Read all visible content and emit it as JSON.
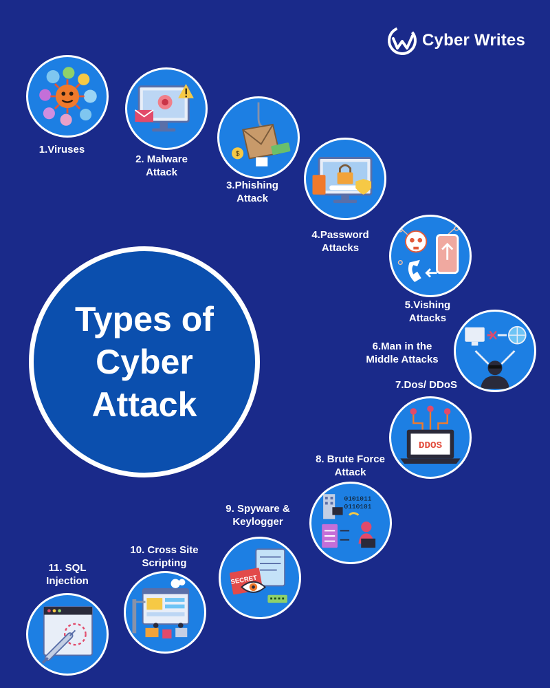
{
  "brand": {
    "name": "Cyber Writes",
    "logo_icon": "cw-logo-icon"
  },
  "hero": {
    "lines": [
      "Types of",
      "Cyber",
      "Attack"
    ]
  },
  "colors": {
    "background": "#1a2a8a",
    "hero_fill": "#0b4fae",
    "badge_fill": "#1d7fe3",
    "text": "#ffffff"
  },
  "attacks": [
    {
      "label": [
        "1.Viruses"
      ],
      "icon": "virus-icon"
    },
    {
      "label": [
        "2. Malware",
        "Attack"
      ],
      "icon": "malware-icon"
    },
    {
      "label": [
        "3.Phishing",
        "Attack"
      ],
      "icon": "phishing-hook-icon"
    },
    {
      "label": [
        "4.Password",
        "Attacks"
      ],
      "icon": "password-lock-icon"
    },
    {
      "label": [
        "5.Vishing",
        "Attacks"
      ],
      "icon": "vishing-phone-icon"
    },
    {
      "label": [
        "6.Man in the",
        "Middle Attacks"
      ],
      "icon": "man-in-the-middle-icon"
    },
    {
      "label": [
        "7.Dos/ DDoS"
      ],
      "icon": "ddos-laptop-icon",
      "icon_text": "DDOS"
    },
    {
      "label": [
        "8. Brute Force",
        "Attack"
      ],
      "icon": "brute-force-icon",
      "icon_text": [
        "0101011",
        "0110101"
      ]
    },
    {
      "label": [
        "9. Spyware &",
        "Keylogger"
      ],
      "icon": "spyware-eye-icon",
      "icon_text": "SECRET"
    },
    {
      "label": [
        "10. Cross Site",
        "Scripting"
      ],
      "icon": "xss-webpage-icon"
    },
    {
      "label": [
        "11. SQL",
        "Injection"
      ],
      "icon": "sql-injection-icon"
    }
  ]
}
